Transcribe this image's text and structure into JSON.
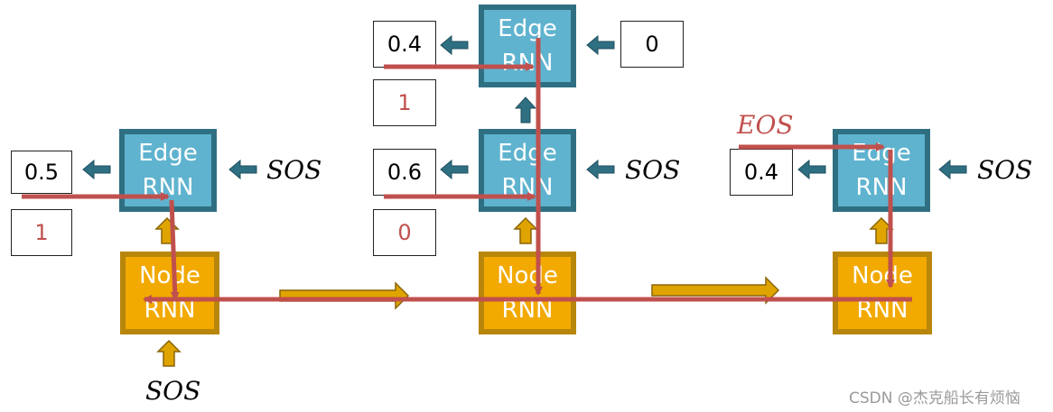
{
  "colors": {
    "edge_fill": "#5fb3cf",
    "edge_border": "#2f6f82",
    "node_fill": "#f2a900",
    "node_border": "#b8860b",
    "path_red": "#c0504d",
    "small_arrow_teal": "#2f6f82"
  },
  "blocks": {
    "edge_label_line1": "Edge",
    "edge_label_line2": "RNN",
    "node_label_line1": "Node",
    "node_label_line2": "RNN"
  },
  "values": {
    "c1_edge_output": "0.5",
    "c1_edge_sample": "1",
    "c2_lower_output": "0.6",
    "c2_lower_sample": "0",
    "c2_upper_output": "0.4",
    "c2_upper_sample": "1",
    "c2_upper_input": "0",
    "c3_edge_output": "0.4"
  },
  "tokens": {
    "sos": "SOS",
    "eos": "EOS"
  },
  "watermark": "CSDN @杰克船长有烦恼"
}
